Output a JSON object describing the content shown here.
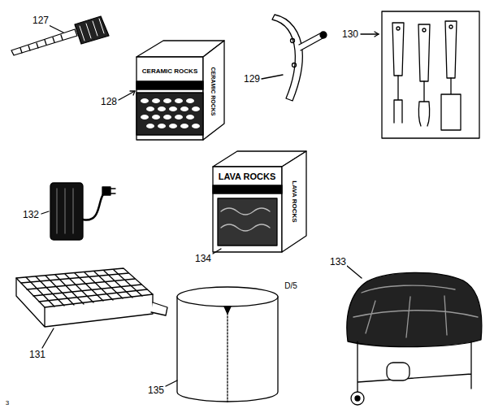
{
  "diagram": {
    "labels": [
      "127",
      "128",
      "CERAMIC ROCKS",
      "CERAMIC ROCKS",
      "129",
      "130",
      "132",
      "LAVA ROCKS",
      "LAVA ROCKS",
      "134",
      "D/5",
      "133",
      "131",
      "135",
      "3"
    ]
  }
}
